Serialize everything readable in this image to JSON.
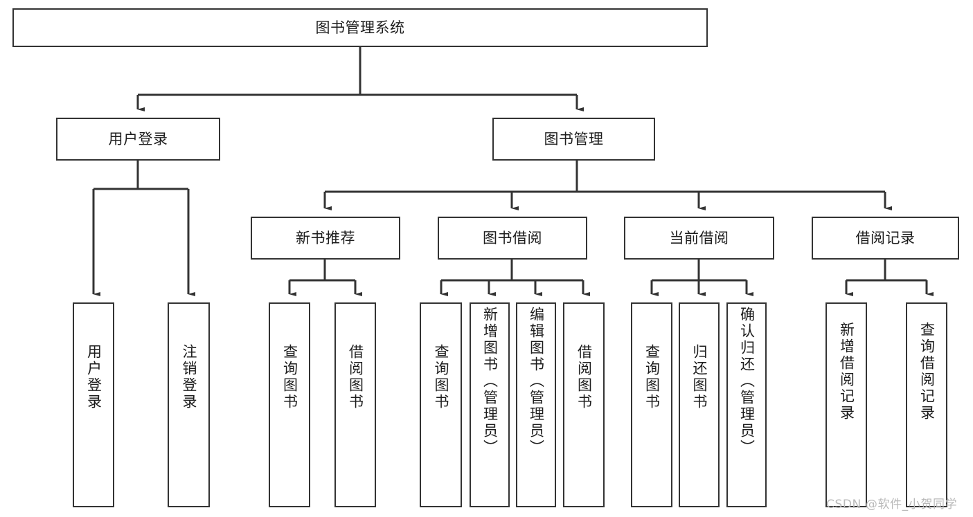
{
  "diagram": {
    "title": "图书管理系统",
    "type": "tree-hierarchy-chart",
    "orientation": "top-down",
    "colors": {
      "node_border": "#333333",
      "node_fill": "#ffffff",
      "edge": "#333333",
      "text": "#1d1d1d",
      "watermark": "#b9b9b9"
    }
  },
  "watermark": {
    "text": "CSDN @软件_小贺同学"
  },
  "nodes": {
    "root": {
      "label": "图书管理系统",
      "level": 1,
      "orientation": "horizontal"
    },
    "l2": [
      {
        "id": "user-login",
        "label": "用户登录",
        "level": 2,
        "orientation": "horizontal"
      },
      {
        "id": "book-manage",
        "label": "图书管理",
        "level": 2,
        "orientation": "horizontal"
      }
    ],
    "l3": [
      {
        "id": "new-book-rec",
        "label": "新书推荐",
        "level": 3,
        "orientation": "horizontal",
        "parent": "book-manage"
      },
      {
        "id": "book-borrow",
        "label": "图书借阅",
        "level": 3,
        "orientation": "horizontal",
        "parent": "book-manage"
      },
      {
        "id": "current-borrow",
        "label": "当前借阅",
        "level": 3,
        "orientation": "horizontal",
        "parent": "book-manage"
      },
      {
        "id": "borrow-record",
        "label": "借阅记录",
        "level": 3,
        "orientation": "horizontal",
        "parent": "book-manage"
      }
    ],
    "leaves": [
      {
        "id": "leaf-user-login",
        "label": "用户登录",
        "parent": "user-login",
        "orientation": "vertical"
      },
      {
        "id": "leaf-logout-login",
        "label": "注销登录",
        "parent": "user-login",
        "orientation": "vertical"
      },
      {
        "id": "leaf-query-book-1",
        "label": "查询图书",
        "parent": "new-book-rec",
        "orientation": "vertical"
      },
      {
        "id": "leaf-borrow-book-1",
        "label": "借阅图书",
        "parent": "new-book-rec",
        "orientation": "vertical"
      },
      {
        "id": "leaf-query-book-2",
        "label": "查询图书",
        "parent": "book-borrow",
        "orientation": "vertical"
      },
      {
        "id": "leaf-add-book",
        "label": "新增图书（管理员）",
        "parent": "book-borrow",
        "orientation": "vertical"
      },
      {
        "id": "leaf-edit-book",
        "label": "编辑图书（管理员）",
        "parent": "book-borrow",
        "orientation": "vertical"
      },
      {
        "id": "leaf-borrow-book-2",
        "label": "借阅图书",
        "parent": "book-borrow",
        "orientation": "vertical"
      },
      {
        "id": "leaf-query-book-3",
        "label": "查询图书",
        "parent": "current-borrow",
        "orientation": "vertical"
      },
      {
        "id": "leaf-return-book",
        "label": "归还图书",
        "parent": "current-borrow",
        "orientation": "vertical"
      },
      {
        "id": "leaf-confirm-return",
        "label": "确认归还（管理员）",
        "parent": "current-borrow",
        "orientation": "vertical"
      },
      {
        "id": "leaf-add-record",
        "label": "新增借阅记录",
        "parent": "borrow-record",
        "orientation": "vertical"
      },
      {
        "id": "leaf-query-record",
        "label": "查询借阅记录",
        "parent": "borrow-record",
        "orientation": "vertical"
      }
    ]
  }
}
